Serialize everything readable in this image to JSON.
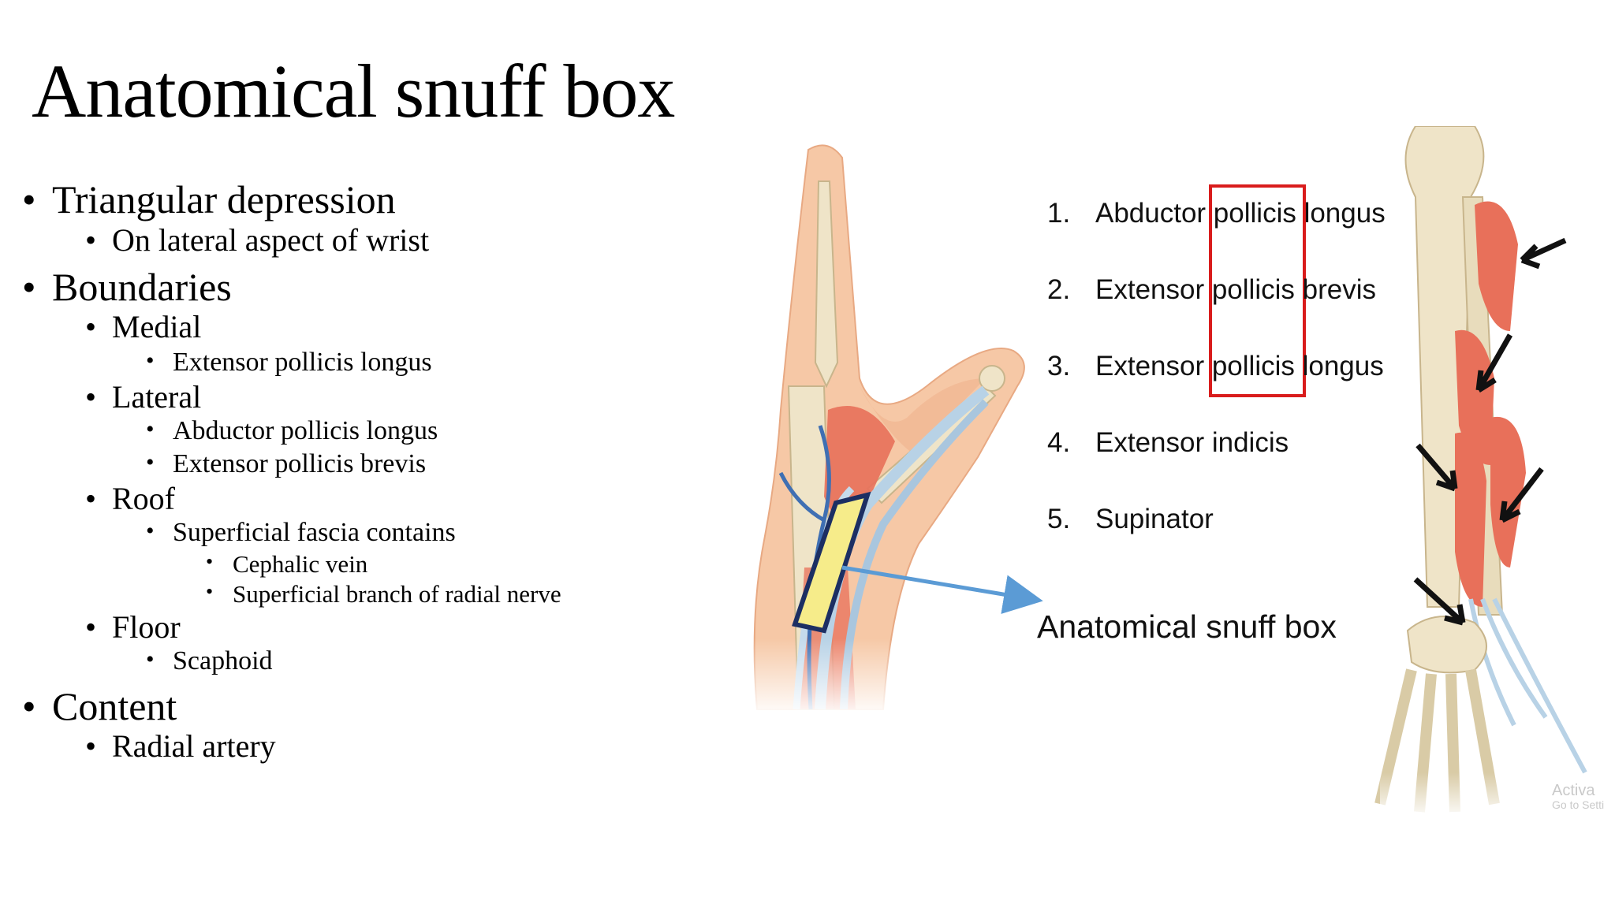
{
  "slide": {
    "title": "Anatomical snuff box",
    "bullets": [
      {
        "text": "Triangular depression"
      },
      {
        "text": "On lateral aspect of wrist"
      },
      {
        "text": "Boundaries"
      },
      {
        "text": "Medial"
      },
      {
        "text": "Extensor pollicis longus"
      },
      {
        "text": "Lateral"
      },
      {
        "text": "Abductor pollicis longus"
      },
      {
        "text": "Extensor pollicis brevis"
      },
      {
        "text": "Roof"
      },
      {
        "text": "Superficial fascia contains"
      },
      {
        "text": "Cephalic vein"
      },
      {
        "text": "Superficial branch of radial nerve"
      },
      {
        "text": "Floor"
      },
      {
        "text": "Scaphoid"
      },
      {
        "text": "Content"
      },
      {
        "text": "Radial artery"
      }
    ]
  },
  "figure": {
    "muscles": [
      {
        "num": "1.",
        "name": "Abductor pollicis longus"
      },
      {
        "num": "2.",
        "name": "Extensor pollicis brevis"
      },
      {
        "num": "3.",
        "name": "Extensor pollicis longus"
      },
      {
        "num": "4.",
        "name": "Extensor indicis"
      },
      {
        "num": "5.",
        "name": "Supinator"
      }
    ],
    "snuff_box_label": "Anatomical snuff box",
    "watermark": {
      "line1": "Activa",
      "line2": "Go to Setti"
    },
    "colors": {
      "skin": "#f6c8a6",
      "muscle": "#e8705a",
      "tendon": "#b8d2e6",
      "vein": "#3f6fb3",
      "bone": "#efe4c8",
      "snuff_box": "#f6ec8a",
      "outline": "#1c2f63",
      "highlight_box": "#d91c1c",
      "arrow_blue": "#5b9bd5"
    }
  }
}
